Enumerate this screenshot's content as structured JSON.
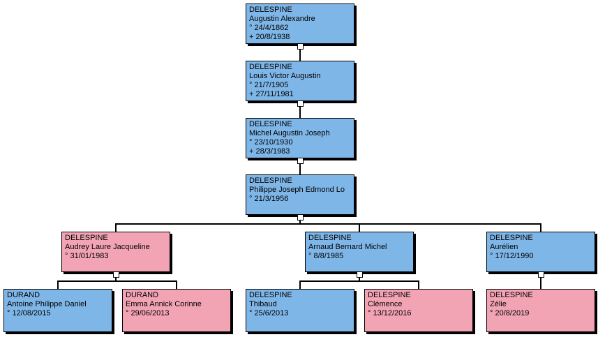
{
  "chart": {
    "type": "family-tree",
    "description": "Genealogy descendant tree"
  },
  "colors": {
    "male": "#7FB6E8",
    "female": "#F2A4B4",
    "line": "#000000",
    "background": "#FFFFFF"
  },
  "persons": [
    {
      "surname": "DELESPINE",
      "given": "Augustin Alexandre",
      "birth": "° 24/4/1862",
      "death": "+ 20/8/1938",
      "sex": "male"
    },
    {
      "surname": "DELESPINE",
      "given": "Louis Victor Augustin",
      "birth": "° 21/7/1905",
      "death": "+ 27/11/1981",
      "sex": "male"
    },
    {
      "surname": "DELESPINE",
      "given": "Michel Augustin Joseph",
      "birth": "° 23/10/1930",
      "death": "+ 28/3/1983",
      "sex": "male"
    },
    {
      "surname": "DELESPINE",
      "given": "Philippe Joseph Edmond Lo",
      "birth": "° 21/3/1956",
      "death": "",
      "sex": "male"
    },
    {
      "surname": "DELESPINE",
      "given": "Audrey Laure Jacqueline",
      "birth": "° 31/01/1983",
      "death": "",
      "sex": "female"
    },
    {
      "surname": "DELESPINE",
      "given": "Arnaud Bernard Michel",
      "birth": "° 8/8/1985",
      "death": "",
      "sex": "male"
    },
    {
      "surname": "DELESPINE",
      "given": "Aurélien",
      "birth": "° 17/12/1990",
      "death": "",
      "sex": "male"
    },
    {
      "surname": "DURAND",
      "given": "Antoine Philippe Daniel",
      "birth": "° 12/08/2015",
      "death": "",
      "sex": "male"
    },
    {
      "surname": "DURAND",
      "given": "Emma Annick Corinne",
      "birth": "° 29/06/2013",
      "death": "",
      "sex": "female"
    },
    {
      "surname": "DELESPINE",
      "given": "Thibaud",
      "birth": "° 25/6/2013",
      "death": "",
      "sex": "male"
    },
    {
      "surname": "DELESPINE",
      "given": "Clémence",
      "birth": "° 13/12/2016",
      "death": "",
      "sex": "female"
    },
    {
      "surname": "DELESPINE",
      "given": "Zélie",
      "birth": "° 20/8/2019",
      "death": "",
      "sex": "female"
    }
  ]
}
